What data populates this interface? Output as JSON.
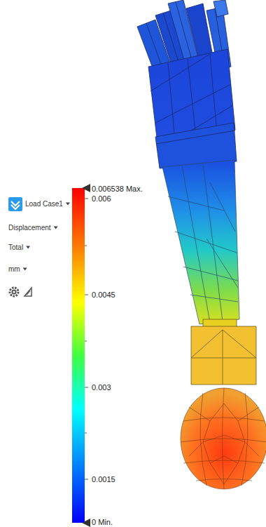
{
  "diagram": {
    "labels": [
      "Load Case1",
      "Displacement",
      "Total",
      "mm",
      "0.006538 Max.",
      "0.006",
      "0.0045",
      "0.003",
      "0.0015",
      "0 Min."
    ]
  }
}
